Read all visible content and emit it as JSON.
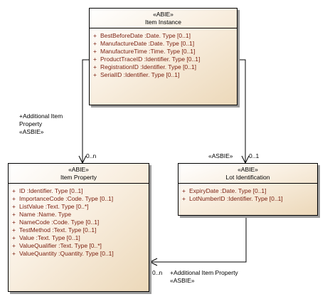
{
  "classes": {
    "item_instance": {
      "stereotype": "«ABIE»",
      "name": "Item Instance",
      "attributes": [
        {
          "vis": "+",
          "text": "BestBeforeDate  :Date. Type [0..1]"
        },
        {
          "vis": "+",
          "text": "ManufactureDate  :Date. Type [0..1]"
        },
        {
          "vis": "+",
          "text": "ManufactureTime  :Time. Type [0..1]"
        },
        {
          "vis": "+",
          "text": "ProductTraceID  :Identifier. Type [0..1]"
        },
        {
          "vis": "+",
          "text": "RegistrationID  :Identifier. Type [0..1]"
        },
        {
          "vis": "+",
          "text": "SerialID  :Identifier. Type [0..1]"
        }
      ]
    },
    "item_property": {
      "stereotype": "«ABIE»",
      "name": "Item Property",
      "attributes": [
        {
          "vis": "+",
          "text": "ID  :Identifier. Type [0..1]"
        },
        {
          "vis": "+",
          "text": "ImportanceCode  :Code. Type [0..1]"
        },
        {
          "vis": "+",
          "text": "ListValue  :Text. Type [0..*]"
        },
        {
          "vis": "+",
          "text": "Name  :Name. Type"
        },
        {
          "vis": "+",
          "text": "NameCode  :Code. Type [0..1]"
        },
        {
          "vis": "+",
          "text": "TestMethod  :Text. Type [0..1]"
        },
        {
          "vis": "+",
          "text": "Value  :Text. Type [0..1]"
        },
        {
          "vis": "+",
          "text": "ValueQualifier  :Text. Type [0..*]"
        },
        {
          "vis": "+",
          "text": "ValueQuantity  :Quantity. Type [0..1]"
        }
      ]
    },
    "lot_identification": {
      "stereotype": "«ABIE»",
      "name": "Lot Identification",
      "attributes": [
        {
          "vis": "+",
          "text": "ExpiryDate  :Date. Type [0..1]"
        },
        {
          "vis": "+",
          "text": "LotNumberID  :Identifier. Type [0..1]"
        }
      ]
    }
  },
  "associations": {
    "instance_to_property": {
      "role_line1": "+Additional Item",
      "role_line2": "Property",
      "stereotype": "«ASBIE»",
      "multiplicity": "0..n"
    },
    "instance_to_lot": {
      "stereotype": "«ASBIE»",
      "multiplicity": "0..1"
    },
    "lot_to_property": {
      "role": "+Additional Item Property",
      "stereotype": "«ASBIE»",
      "multiplicity": "0..n"
    }
  },
  "colors": {
    "attribute_text": "#7a1e0e",
    "box_fill_end": "#ecd8b9",
    "shadow": "#9b9b9b"
  }
}
